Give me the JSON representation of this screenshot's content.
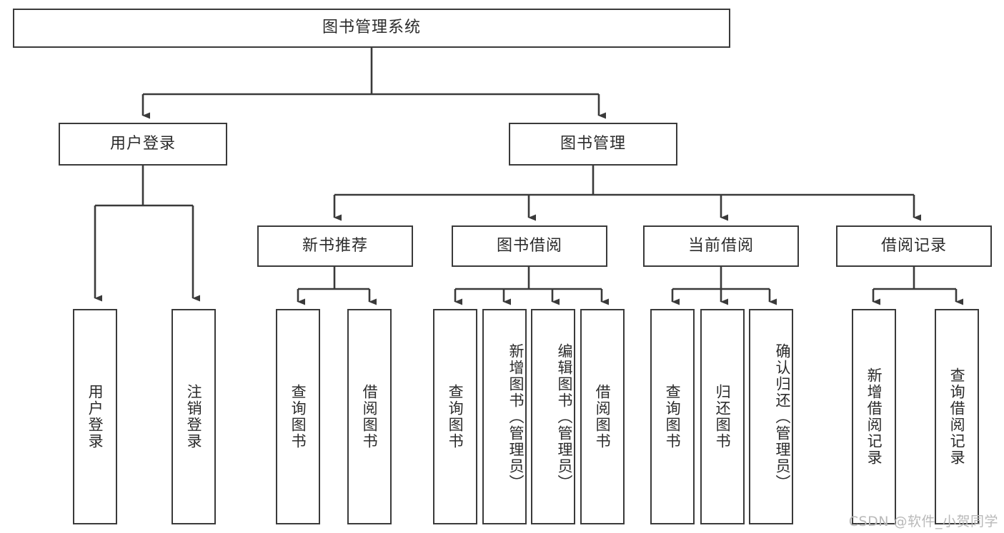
{
  "diagram": {
    "title": "图书管理系统",
    "type": "tree",
    "levels": 4,
    "root": {
      "id": "root",
      "label": "图书管理系统",
      "orientation": "horizontal"
    },
    "level2": [
      {
        "id": "user-login",
        "label": "用户登录",
        "orientation": "horizontal"
      },
      {
        "id": "book-management",
        "label": "图书管理",
        "orientation": "horizontal"
      }
    ],
    "level3": [
      {
        "id": "new-book-recommend",
        "label": "新书推荐",
        "orientation": "horizontal",
        "parent": "book-management"
      },
      {
        "id": "book-borrow",
        "label": "图书借阅",
        "orientation": "horizontal",
        "parent": "book-management"
      },
      {
        "id": "current-borrow",
        "label": "当前借阅",
        "orientation": "horizontal",
        "parent": "book-management"
      },
      {
        "id": "borrow-record",
        "label": "借阅记录",
        "orientation": "horizontal",
        "parent": "book-management"
      }
    ],
    "leaves": [
      {
        "id": "leaf-user-login",
        "label": "用户登录",
        "parent": "user-login"
      },
      {
        "id": "leaf-logout-login",
        "label": "注销登录",
        "parent": "user-login"
      },
      {
        "id": "leaf-query-book-recommend",
        "label": "查询图书",
        "parent": "new-book-recommend"
      },
      {
        "id": "leaf-borrow-book-recommend",
        "label": "借阅图书",
        "parent": "new-book-recommend"
      },
      {
        "id": "leaf-query-book-borrow",
        "label": "查询图书",
        "parent": "book-borrow"
      },
      {
        "id": "leaf-add-book-admin",
        "label": "新增图书（管理员）",
        "parent": "book-borrow"
      },
      {
        "id": "leaf-edit-book-admin",
        "label": "编辑图书（管理员）",
        "parent": "book-borrow"
      },
      {
        "id": "leaf-borrow-book",
        "label": "借阅图书",
        "parent": "book-borrow"
      },
      {
        "id": "leaf-query-book-current",
        "label": "查询图书",
        "parent": "current-borrow"
      },
      {
        "id": "leaf-return-book",
        "label": "归还图书",
        "parent": "current-borrow"
      },
      {
        "id": "leaf-confirm-return-admin",
        "label": "确认归还（管理员）",
        "parent": "current-borrow"
      },
      {
        "id": "leaf-add-borrow-record",
        "label": "新增借阅记录",
        "parent": "borrow-record"
      },
      {
        "id": "leaf-query-borrow-record",
        "label": "查询借阅记录",
        "parent": "borrow-record"
      }
    ],
    "colors": {
      "stroke": "#3a3a3a",
      "fill": "#ffffff",
      "text": "#2b2b2b",
      "watermark": "#b9b9b9"
    }
  },
  "watermark": {
    "text": "CSDN @软件_小贺同学"
  }
}
